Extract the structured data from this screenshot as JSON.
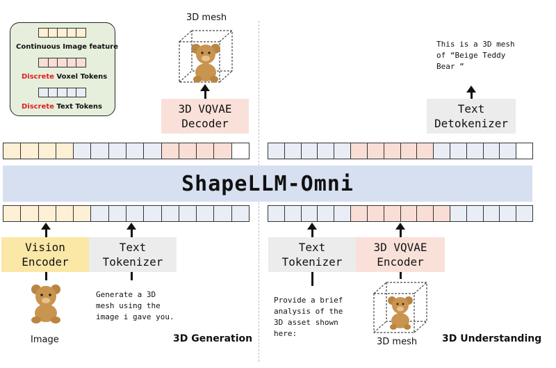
{
  "legend": {
    "image_feature": "Continuous Image feature",
    "voxel_tokens_prefix": "Discrete",
    "voxel_tokens_suffix": " Voxel Tokens",
    "text_tokens_prefix": "Discrete",
    "text_tokens_suffix": " Text Tokens"
  },
  "title": "ShapeLLM-Omni",
  "generation": {
    "mesh_label": "3D mesh",
    "decoder": "3D VQVAE\nDecoder",
    "vision_encoder": "Vision\nEncoder",
    "text_tokenizer": "Text\nTokenizer",
    "prompt": "Generate a 3D\nmesh using the\nimage i gave you.",
    "image_label": "Image",
    "caption": "3D Generation"
  },
  "understanding": {
    "output_text": "This is a 3D mesh\nof “Beige Teddy\nBear ”",
    "detokenizer": "Text\nDetokenizer",
    "text_tokenizer": "Text\nTokenizer",
    "encoder": "3D VQVAE\nEncoder",
    "prompt": "Provide a brief\nanalysis of the\n3D asset shown\nhere:",
    "mesh_label": "3D mesh",
    "caption": "3D Understanding"
  },
  "colors": {
    "image_token": "#fdf0d4",
    "voxel_token": "#f9ded6",
    "text_token": "#e9edf5",
    "vision_encoder": "#fbe7a6",
    "vqvae": "#f9e1d9",
    "text_box": "#ececec",
    "banner": "#d6e0f0",
    "legend_bg": "#e6efdc"
  }
}
